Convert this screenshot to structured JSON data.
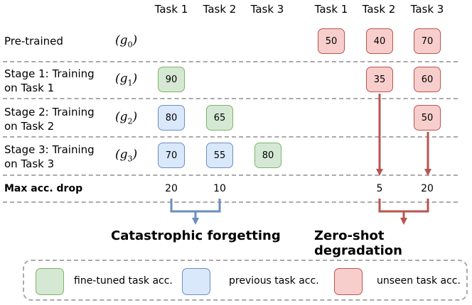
{
  "headers": {
    "left": [
      "Task 1",
      "Task 2",
      "Task 3"
    ],
    "right": [
      "Task 1",
      "Task 2",
      "Task 3"
    ]
  },
  "rows": [
    {
      "label": [
        "Pre-trained"
      ],
      "g": "g",
      "sub": "0"
    },
    {
      "label": [
        "Stage 1: Training",
        "on Task 1"
      ],
      "g": "g",
      "sub": "1"
    },
    {
      "label": [
        "Stage 2: Training",
        "on Task 2"
      ],
      "g": "g",
      "sub": "2"
    },
    {
      "label": [
        "Stage 3: Training",
        "on Task 3"
      ],
      "g": "g",
      "sub": "3"
    }
  ],
  "cells": {
    "pretrained": {
      "unseen_t1": "50",
      "unseen_t2": "40",
      "unseen_t3": "70"
    },
    "stage1": {
      "finetuned_t1": "90",
      "unseen_t2": "35",
      "unseen_t3": "60"
    },
    "stage2": {
      "previous_t1": "80",
      "finetuned_t2": "65",
      "unseen_t3": "50"
    },
    "stage3": {
      "previous_t1": "70",
      "previous_t2": "55",
      "finetuned_t3": "80"
    }
  },
  "max_drop": {
    "label": "Max acc. drop",
    "forget_t1": "20",
    "forget_t2": "10",
    "zeroshot_t2": "5",
    "zeroshot_t3": "20"
  },
  "titles": {
    "forgetting": "Catastrophic forgetting",
    "degradation": "Zero-shot degradation"
  },
  "legend": {
    "finetuned": "fine-tuned task acc.",
    "previous": "previous task acc.",
    "unseen": "unseen task acc."
  },
  "colors": {
    "green": "#d5e8d4",
    "blue": "#dae8fc",
    "red": "#f8cecc",
    "arrow_blue": "#6c8ebf",
    "arrow_red": "#b85450"
  }
}
